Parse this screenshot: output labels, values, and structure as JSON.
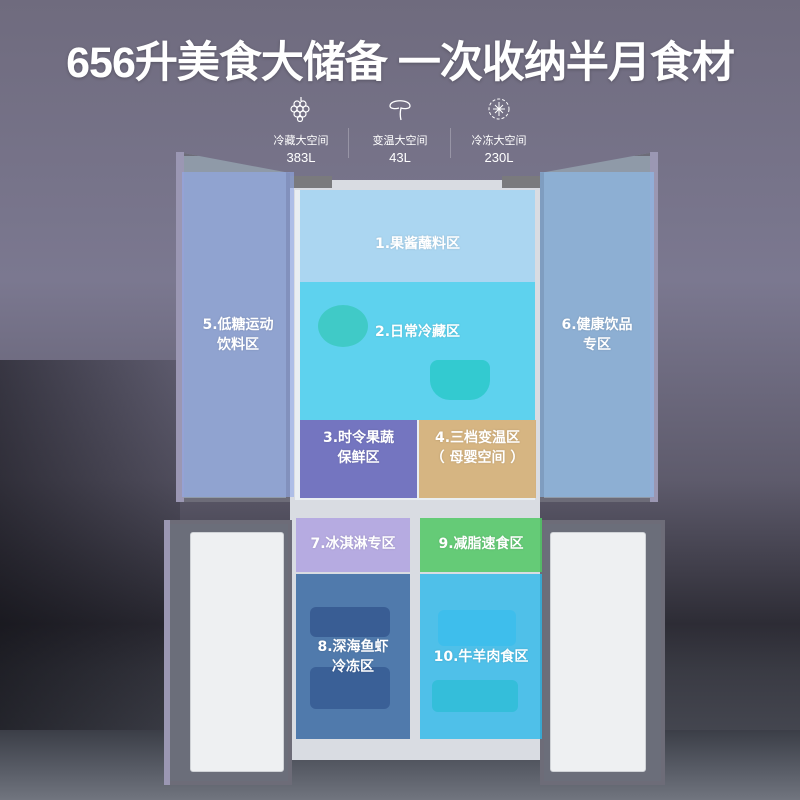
{
  "headline": "656升美食大储备  一次收纳半月食材",
  "capacities": [
    {
      "icon": "grape-icon",
      "label": "冷藏大空间",
      "value": "383L"
    },
    {
      "icon": "mushroom-icon",
      "label": "变温大空间",
      "value": "43L"
    },
    {
      "icon": "snowflake-icon",
      "label": "冷冻大空间",
      "value": "230L"
    }
  ],
  "zones": [
    {
      "id": "1",
      "lines": [
        "1.果酱蘸料区"
      ],
      "color": "#78c3f0"
    },
    {
      "id": "2",
      "lines": [
        "2.日常冷藏区"
      ],
      "color": "#28c8eb"
    },
    {
      "id": "3",
      "lines": [
        "3.时令果蔬",
        "保鲜区"
      ],
      "color": "#5a5ab4"
    },
    {
      "id": "4",
      "lines": [
        "4.三档变温区",
        "（ 母婴空间 ）"
      ],
      "color": "#d2aa6e"
    },
    {
      "id": "5",
      "lines": [
        "5.低糖运动",
        "饮料区"
      ],
      "color": "#91aaeb"
    },
    {
      "id": "6",
      "lines": [
        "6.健康饮品",
        "专区"
      ],
      "color": "#8cbef0"
    },
    {
      "id": "7",
      "lines": [
        "7.冰淇淋专区"
      ],
      "color": "#afa0e1"
    },
    {
      "id": "8",
      "lines": [
        "8.深海鱼虾",
        "冷冻区"
      ],
      "color": "#3264a0"
    },
    {
      "id": "9",
      "lines": [
        "9.减脂速食区"
      ],
      "color": "#50c864"
    },
    {
      "id": "10",
      "lines": [
        "10.牛羊肉食区"
      ],
      "color": "#28b9eb"
    }
  ]
}
